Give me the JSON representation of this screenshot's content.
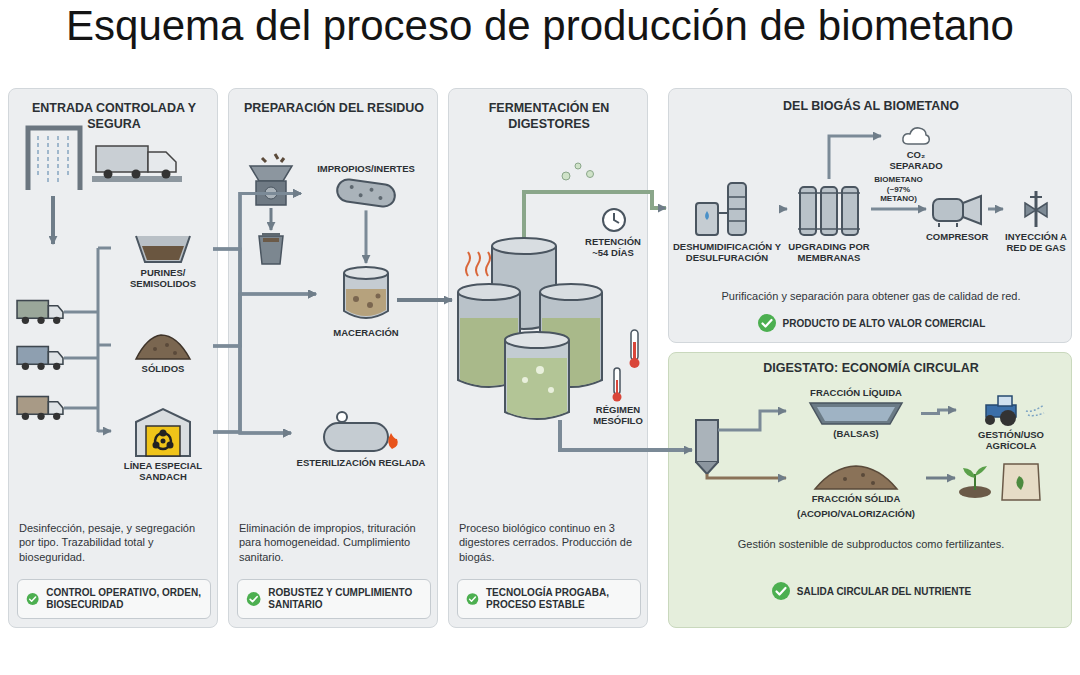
{
  "diagram": {
    "title": "Esquema del proceso de producción de biometano",
    "nodes": [
      {
        "text": [
          "ENTRADA CONTROLADA Y SEGURA",
          "Desinfección, pesaje, y segregación por tipo. Trazabilidad total y bioseguridad."
        ]
      },
      {
        "text": [
          "PURINES/ SEMISOLIDOS"
        ],
        "in": 0
      },
      {
        "text": [
          "SÓLIDOS"
        ],
        "in": 0
      },
      {
        "text": [
          "LÍNEA ESPECIAL SANDACH"
        ],
        "in": 0
      },
      {
        "text": [
          "CONTROL OPERATIVO, ORDEN, BIOSECURIDAD"
        ],
        "in": 0
      },
      {
        "text": [
          "PREPARACIÓN DEL RESIDUO",
          "Eliminación de impropios, trituración para homogeneidad. Cumplimiento sanitario."
        ]
      },
      {
        "text": [
          "IMPROPIOS/INERTES"
        ],
        "in": 5
      },
      {
        "text": [
          "MACERACIÓN"
        ],
        "in": 5
      },
      {
        "text": [
          "ESTERILIZACIÓN REGLADA"
        ],
        "in": 5
      },
      {
        "text": [
          "ROBUSTEZ Y CUMPLIMIENTO SANITARIO"
        ],
        "in": 5
      },
      {
        "text": [
          "FERMENTACIÓN EN DIGESTORES",
          "Proceso biológico continuo en 3 digestores cerrados. Producción de biogás."
        ]
      },
      {
        "text": [
          "TECNOLOGÍA PROGABA, PROCESO ESTABLE"
        ],
        "in": 10
      },
      {
        "text": [
          "DEL BIOGÁS AL BIOMETANO",
          "Purificación y separación para obtener gas de calidad de red.",
          "PRODUCTO DE ALTO VALOR COMERCIAL"
        ]
      },
      {
        "text": [
          "DESHUMIDIFICACIÓN Y DESULFURACIÓN"
        ],
        "in": 12
      },
      {
        "text": [
          "UPGRADING POR MEMBRANAS"
        ],
        "in": 12
      },
      {
        "text": [
          "CO₂ SEPARADO"
        ],
        "in": 12
      },
      {
        "text": [
          "COMPRESOR"
        ],
        "in": 12
      },
      {
        "text": [
          "INYECCIÓN A RED DE GAS"
        ],
        "in": 12
      },
      {
        "text": [
          "DIGESTATO: ECONOMÍA CIRCULAR",
          "Gestión sostenible de subproductos como fertilizantes.",
          "SALIDA CIRCULAR DEL NUTRIENTE"
        ]
      },
      {
        "text": [
          "FRACCIÓN LÍQUIDA",
          "(BALSAS)"
        ],
        "in": 18
      },
      {
        "text": [
          "GESTIÓN/USO AGRÍCOLA"
        ],
        "in": 18
      },
      {
        "text": [
          "FRACCIÓN SÓLIDA",
          "(ACOPIO/VALORIZACIÓN)"
        ],
        "in": 18
      }
    ],
    "edges": [
      {
        "from": 1,
        "to": 6,
        "arrow": "to"
      },
      {
        "from": 1,
        "to": 7,
        "arrow": "to"
      },
      {
        "from": 1,
        "to": 8,
        "arrow": "to"
      },
      {
        "from": 2,
        "to": 6,
        "arrow": "to"
      },
      {
        "from": 2,
        "to": 7,
        "arrow": "to"
      },
      {
        "from": 2,
        "to": 8,
        "arrow": "to"
      },
      {
        "from": 3,
        "to": 6,
        "arrow": "to"
      },
      {
        "from": 3,
        "to": 7,
        "arrow": "to"
      },
      {
        "from": 3,
        "to": 8,
        "arrow": "to"
      },
      {
        "from": 6,
        "to": 7,
        "arrow": "to"
      },
      {
        "from": 13,
        "to": 14,
        "arrow": "to"
      },
      {
        "from": 14,
        "to": 15,
        "arrow": "to"
      },
      {
        "from": 14,
        "to": 16,
        "label": "BIOMETANO (~97% METANO)",
        "arrow": "to"
      },
      {
        "from": 16,
        "to": 17,
        "arrow": "to"
      },
      {
        "from": 19,
        "to": 20,
        "arrow": "to"
      }
    ],
    "labels": [
      "RETENCIÓN ~54 DÍAS",
      "RÉGIMEN MESÓFILO"
    ]
  }
}
